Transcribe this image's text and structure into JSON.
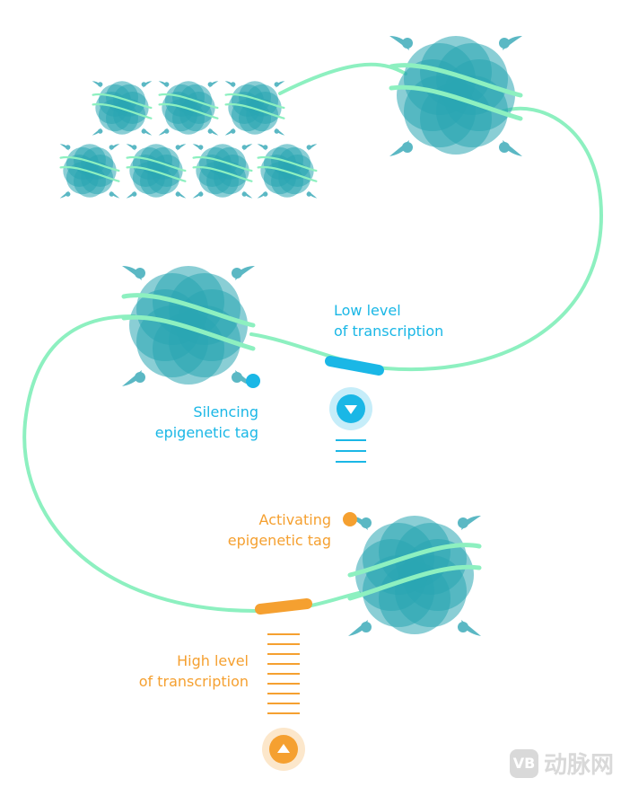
{
  "labels": {
    "low_level": [
      "Low level",
      "of transcription"
    ],
    "silencing": [
      "Silencing",
      "epigenetic tag"
    ],
    "activating": [
      "Activating",
      "epigenetic tag"
    ],
    "high_level": [
      "High level",
      "of transcription"
    ]
  },
  "watermark": {
    "logo_text": "VB",
    "text": "动脉网"
  },
  "colors": {
    "histone": "#2aa6b3",
    "dna": "#8df0c0",
    "silencing": "#1ab7e6",
    "activating": "#f5a030"
  },
  "icons": {
    "low_level_marker": "down-arrow-circle-icon",
    "high_level_marker": "up-arrow-circle-icon"
  }
}
